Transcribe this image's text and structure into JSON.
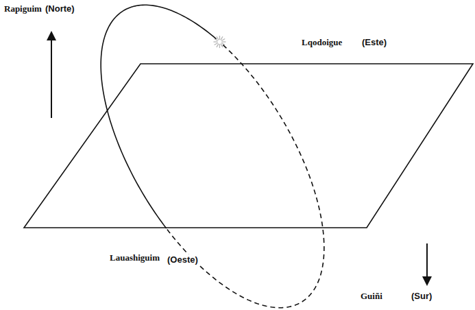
{
  "diagram": {
    "labels": [
      "Rapiguim",
      "(Norte)",
      "Lqodoigue",
      "(Este)",
      "Lauashiguim",
      "(Oeste)",
      "Guiñi",
      "(Sur)"
    ]
  }
}
